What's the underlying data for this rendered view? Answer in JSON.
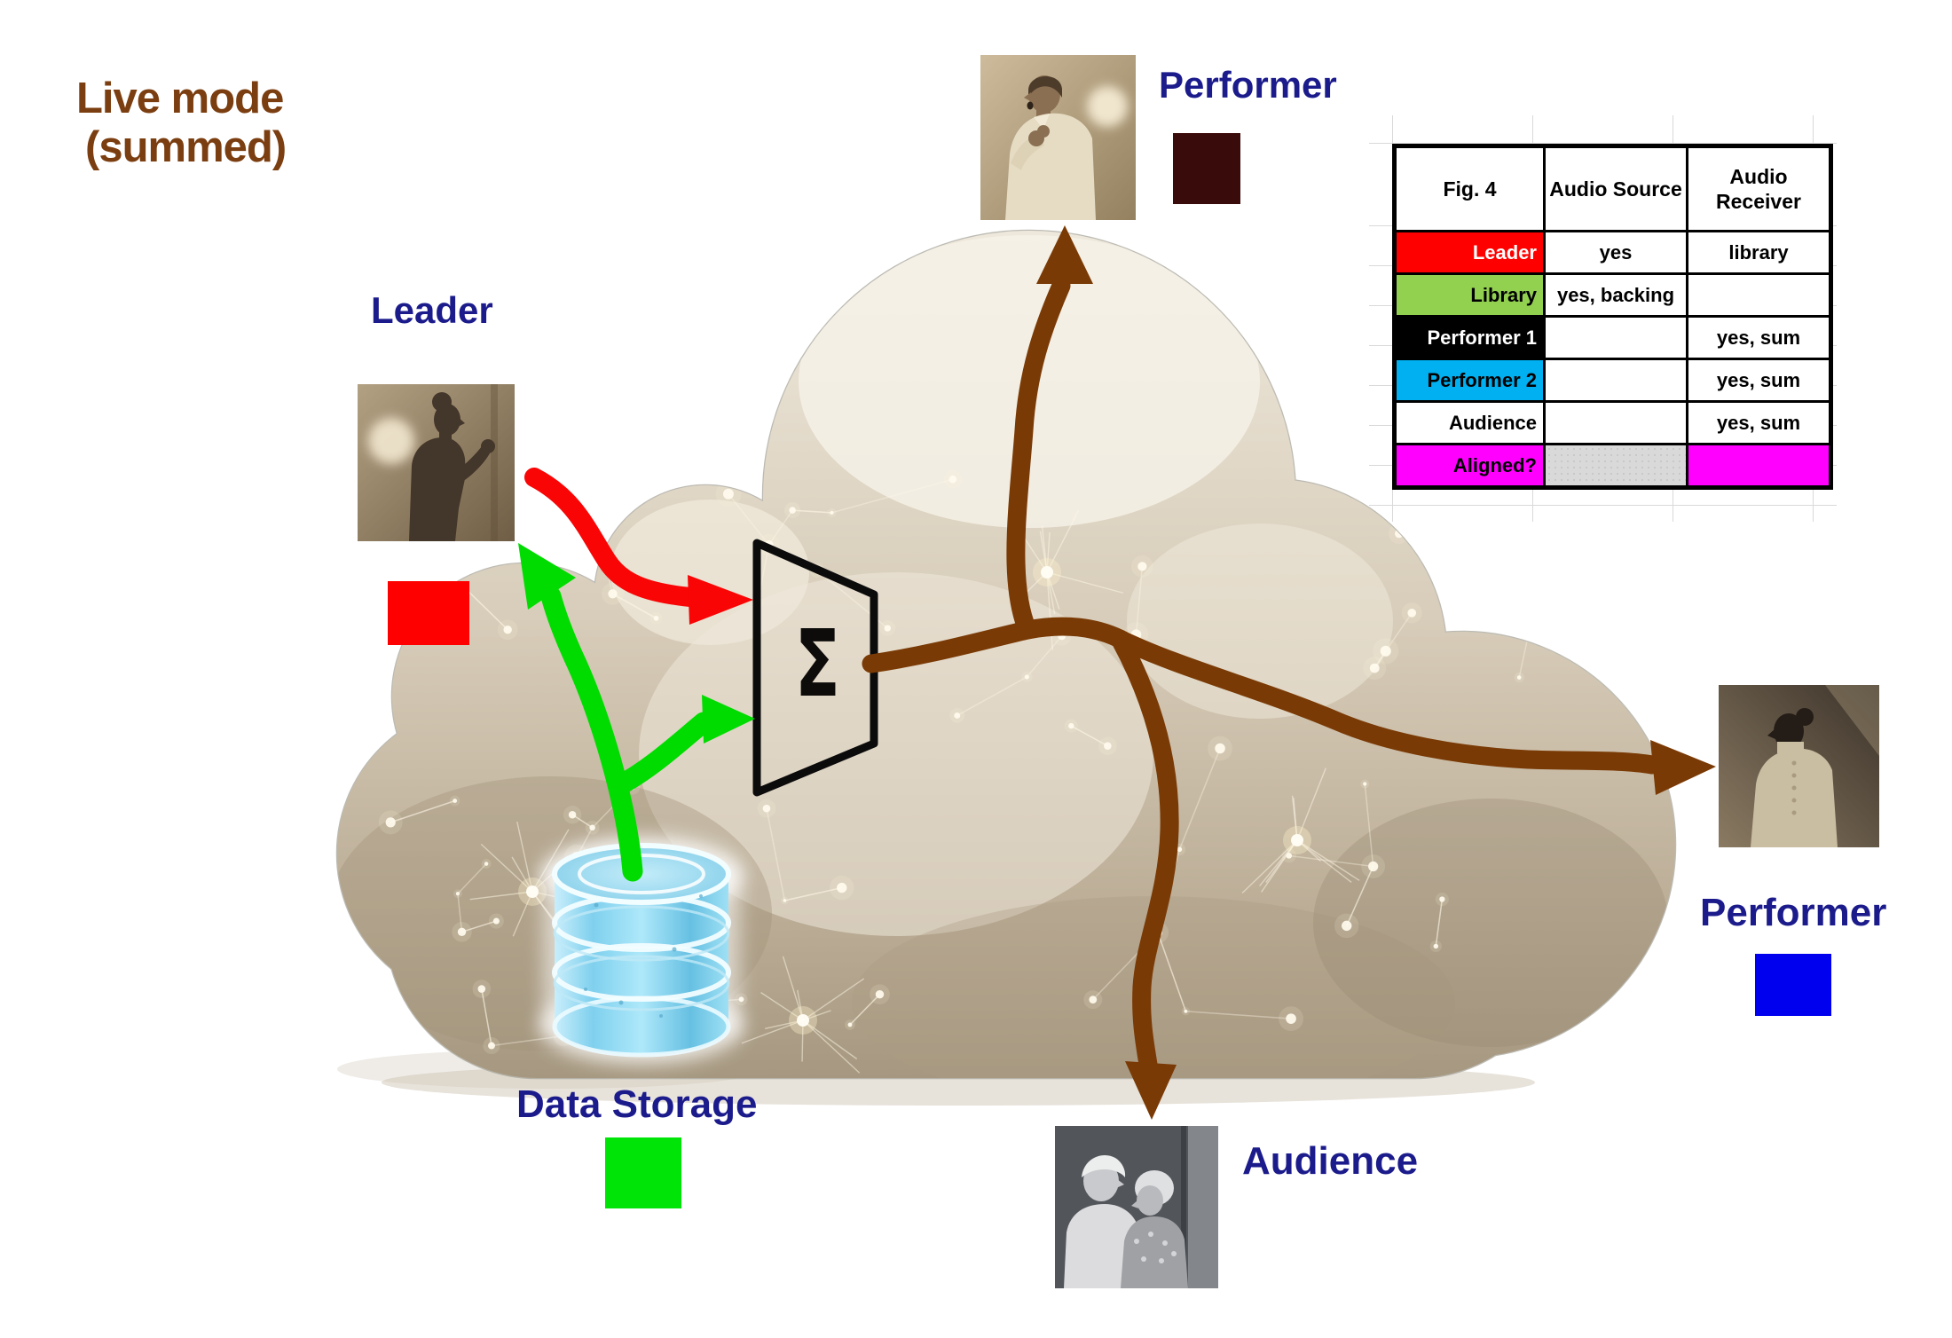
{
  "title": {
    "line1": "Live mode",
    "line2": "(summed)"
  },
  "nodes": {
    "leader": {
      "label": "Leader"
    },
    "performer_top": {
      "label": "Performer"
    },
    "performer_right": {
      "label": "Performer"
    },
    "audience": {
      "label": "Audience"
    },
    "data_storage": {
      "label": "Data Storage"
    },
    "summer": {
      "symbol": "Σ"
    }
  },
  "colors": {
    "title_brown": "#7B3E10",
    "label_navy": "#1b1b8c",
    "leader_swatch": "#FF0000",
    "performer_top_swatch": "#3A0B0B",
    "performer_right_swatch": "#0000EE",
    "data_storage_swatch": "#00E408",
    "arrow_red": "#F90505",
    "arrow_green": "#00DC00",
    "arrow_brown": "#7A3A05",
    "cylinder_blue": "#7ECDEB",
    "cloud_beige": "#CFC3AF"
  },
  "table": {
    "caption": "Fig. 4",
    "columns": [
      "Audio Source",
      "Audio Receiver"
    ],
    "rows": [
      {
        "label": "Leader",
        "label_bg": "#FF0000",
        "label_fg": "#FFFFFF",
        "source": "yes",
        "receiver": "library",
        "source_bg": "#FFFFFF",
        "receiver_bg": "#FFFFFF"
      },
      {
        "label": "Library",
        "label_bg": "#92D050",
        "label_fg": "#000000",
        "source": "yes, backing",
        "receiver": "",
        "source_bg": "#FFFFFF",
        "receiver_bg": "#FFFFFF"
      },
      {
        "label": "Performer 1",
        "label_bg": "#000000",
        "label_fg": "#FFFFFF",
        "source": "",
        "receiver": "yes, sum",
        "source_bg": "#FFFFFF",
        "receiver_bg": "#FFFFFF"
      },
      {
        "label": "Performer 2",
        "label_bg": "#00B0F0",
        "label_fg": "#000000",
        "source": "",
        "receiver": "yes, sum",
        "source_bg": "#FFFFFF",
        "receiver_bg": "#FFFFFF"
      },
      {
        "label": "Audience",
        "label_bg": "#FFFFFF",
        "label_fg": "#000000",
        "source": "",
        "receiver": "yes, sum",
        "source_bg": "#FFFFFF",
        "receiver_bg": "#FFFFFF"
      },
      {
        "label": "Aligned?",
        "label_bg": "#FF00FF",
        "label_fg": "#000000",
        "source": "",
        "receiver": "",
        "source_bg": "#D9D9D9",
        "receiver_bg": "#FF00FF"
      }
    ]
  }
}
